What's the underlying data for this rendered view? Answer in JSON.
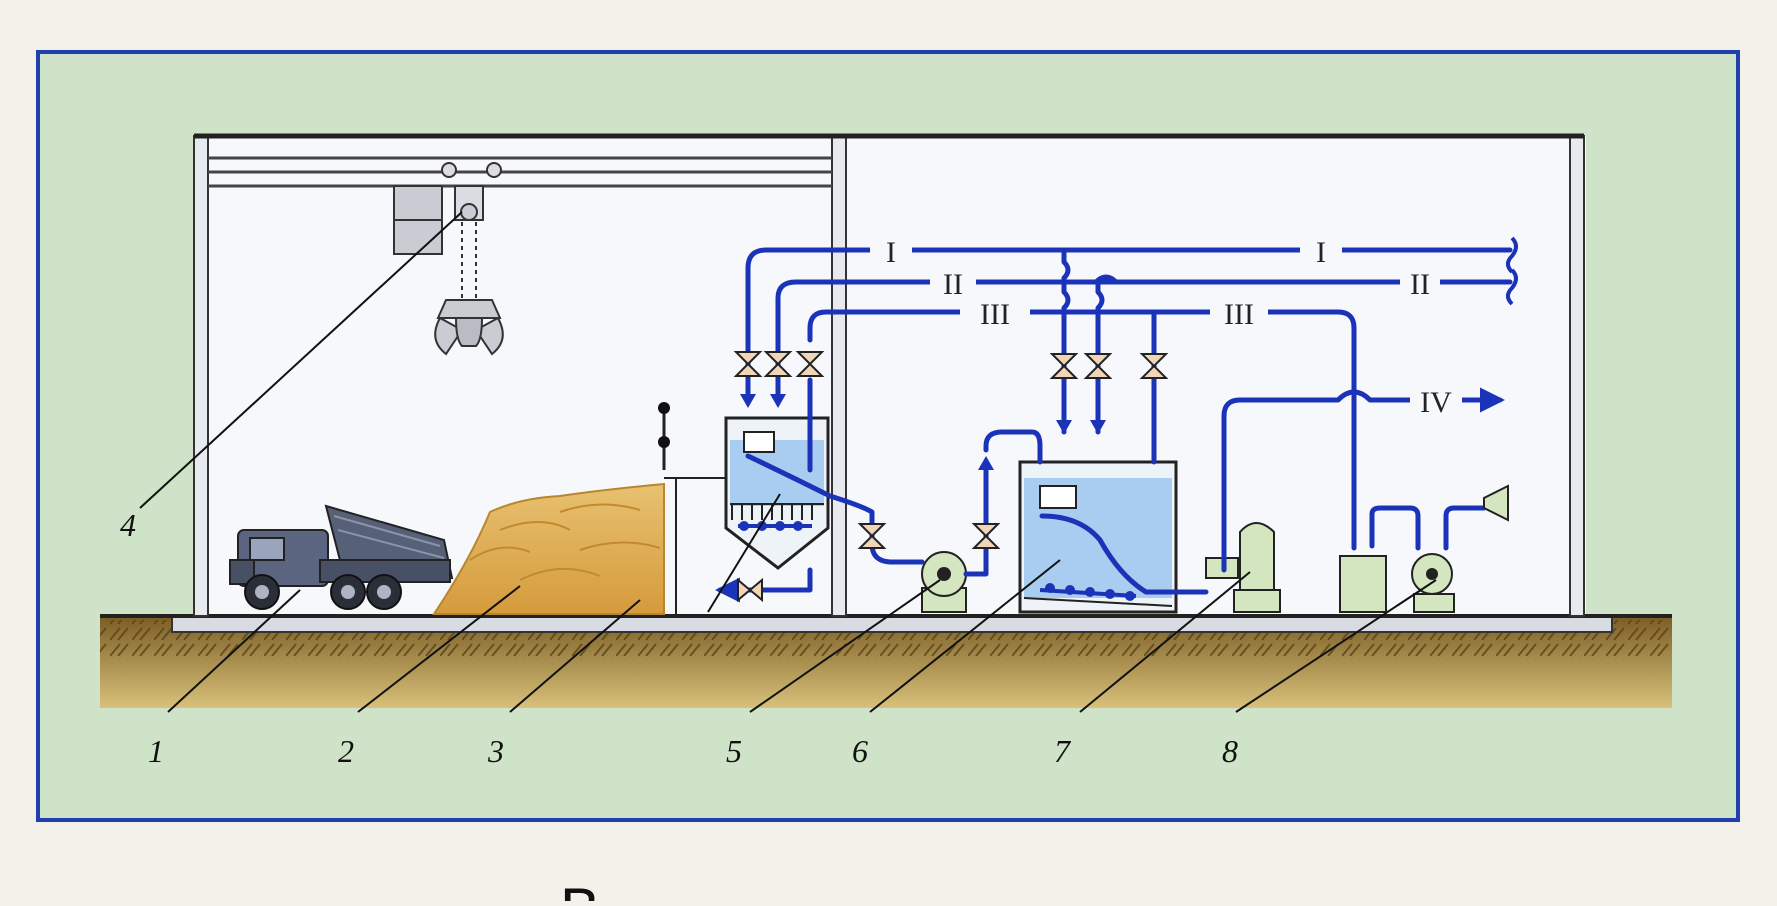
{
  "colors": {
    "frame_bg": "#cfe3c9",
    "frame_border": "#1f3fae",
    "pipe": "#1b33b8",
    "water": "#a9cdf0",
    "sand": "#e0b25a",
    "soil": "#8b6a2a",
    "equipment": "#d3e6c0",
    "truck": "#5a647a"
  },
  "pipes": [
    {
      "id": "I",
      "label": "I"
    },
    {
      "id": "II",
      "label": "II"
    },
    {
      "id": "III",
      "label": "III"
    },
    {
      "id": "IV",
      "label": "IV"
    }
  ],
  "numbers": [
    "1",
    "2",
    "3",
    "4",
    "5",
    "6",
    "7",
    "8"
  ],
  "caption": "В"
}
